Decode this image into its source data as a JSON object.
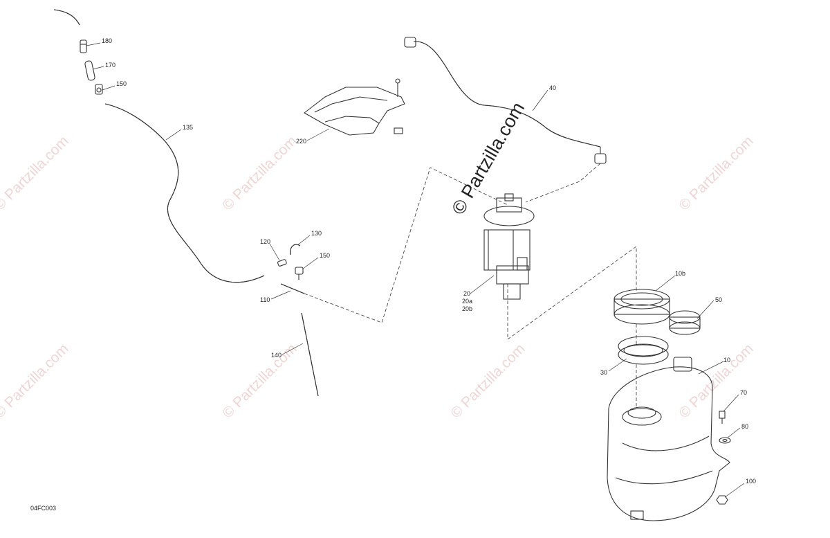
{
  "diagram_code": "04FC003",
  "watermark": {
    "small": "© Partzilla.com",
    "large": "© Partzilla.com"
  },
  "callouts": {
    "p180": "180",
    "p170": "170",
    "p150a": "150",
    "p135": "135",
    "p220": "220",
    "p40": "40",
    "p120": "120",
    "p130": "130",
    "p150b": "150",
    "p110": "110",
    "p140": "140",
    "p20": "20",
    "p20a": "20a",
    "p20b": "20b",
    "p10b": "10b",
    "p50": "50",
    "p30": "30",
    "p10": "10",
    "p70": "70",
    "p80": "80",
    "p100": "100"
  }
}
